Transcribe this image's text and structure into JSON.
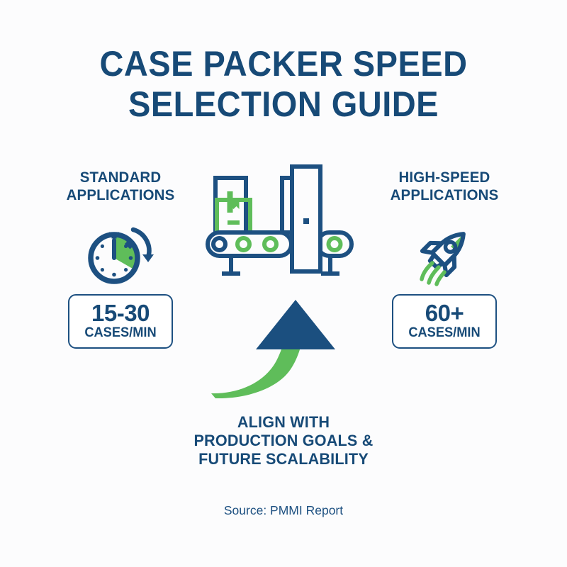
{
  "title": {
    "line1": "CASE PACKER SPEED",
    "line2": "SELECTION GUIDE"
  },
  "columns": {
    "left": {
      "heading_line1": "STANDARD",
      "heading_line2": "APPLICATIONS",
      "icon": "stopwatch-icon",
      "badge_value": "15-30",
      "badge_unit": "CASES/MIN"
    },
    "right": {
      "heading_line1": "HIGH-SPEED",
      "heading_line2": "APPLICATIONS",
      "icon": "rocket-icon",
      "badge_value": "60+",
      "badge_unit": "CASES/MIN"
    }
  },
  "center": {
    "icon": "case-packer-machine-icon"
  },
  "arrow": {
    "icon": "upward-growth-arrow-icon"
  },
  "caption": {
    "line1": "ALIGN WITH",
    "line2": "PRODUCTION GOALS &",
    "line3": "FUTURE SCALABILITY"
  },
  "source": {
    "text": "Source: PMMI Report"
  },
  "colors": {
    "navy_title": "#174a77",
    "navy_line": "#1d5081",
    "green": "#5fbd5a",
    "background": "#fcfcfd",
    "white": "#ffffff"
  }
}
